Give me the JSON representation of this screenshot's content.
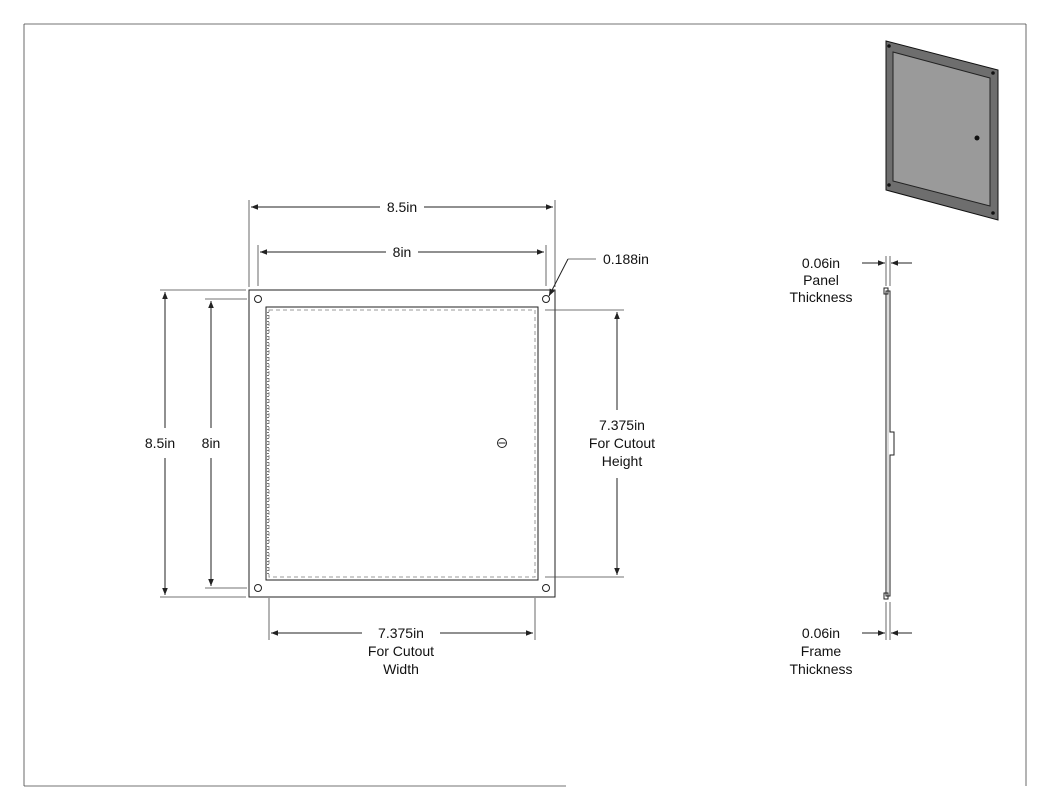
{
  "drawing": {
    "front_view": {
      "overall_width": "8.5in",
      "inner_width": "8in",
      "hole_diameter": "0.188in",
      "overall_height": "8.5in",
      "inner_height": "8in",
      "cutout_height": {
        "value": "7.375in",
        "line1": "For Cutout",
        "line2": "Height"
      },
      "cutout_width": {
        "value": "7.375in",
        "line1": "For Cutout",
        "line2": "Width"
      }
    },
    "side_view": {
      "panel_thickness": {
        "value": "0.06in",
        "line1": "Panel",
        "line2": "Thickness"
      },
      "frame_thickness": {
        "value": "0.06in",
        "line1": "Frame",
        "line2": "Thickness"
      }
    },
    "colors": {
      "line": "#222222",
      "panel_iso": "#9a9a9a",
      "frame_iso": "#6e6e6e"
    }
  }
}
